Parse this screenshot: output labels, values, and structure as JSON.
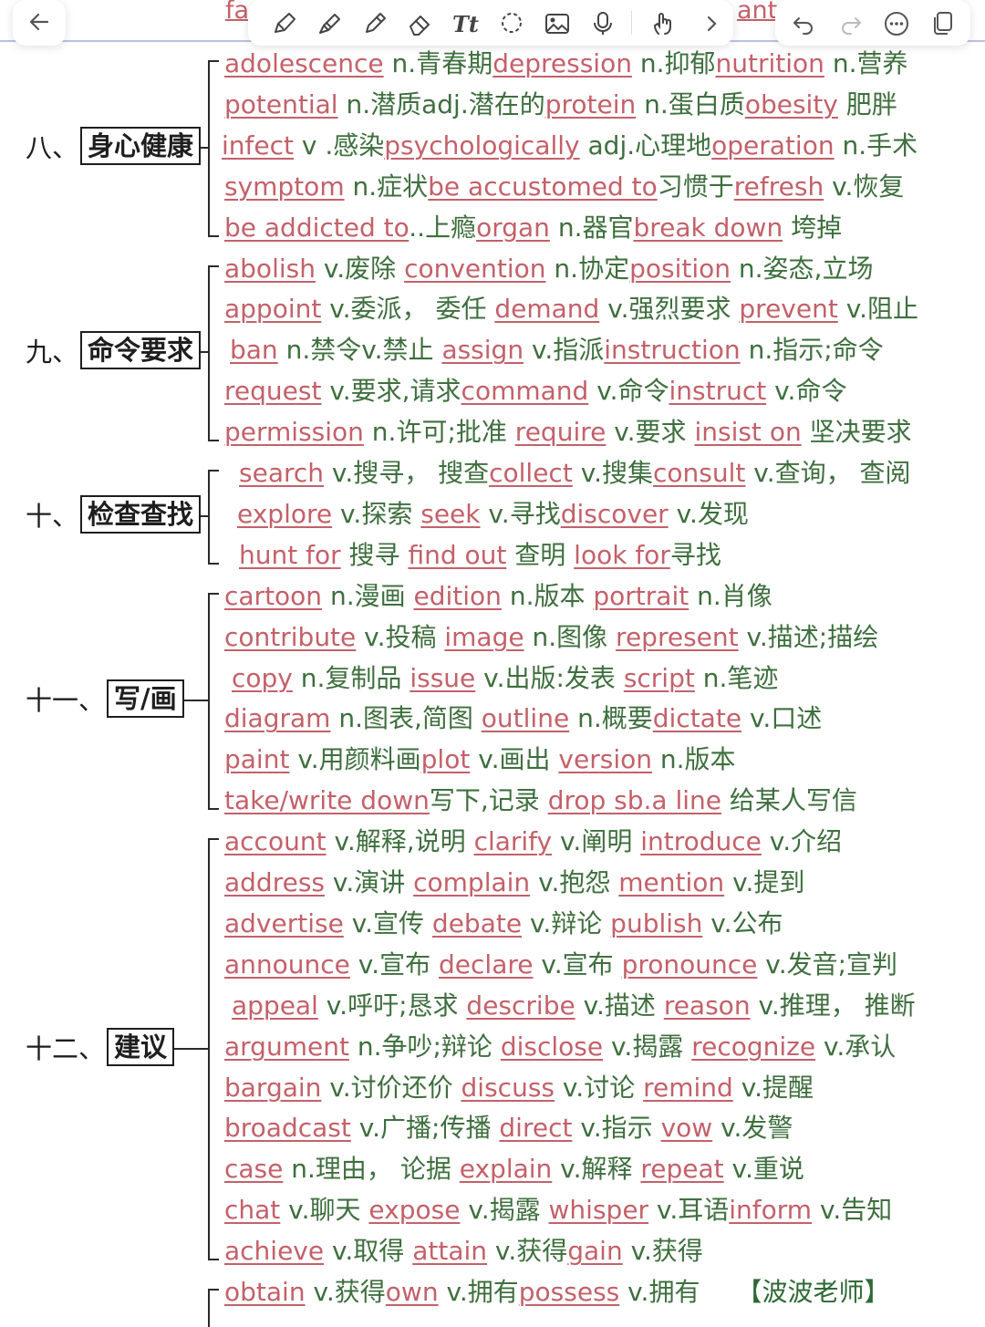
{
  "colors": {
    "word": "#c3616a",
    "meaning": "#3e6f3e",
    "border": "#1e1e1e",
    "toolbar_bg": "#ffffff",
    "divider": "#b9c2e0"
  },
  "toolbar": {
    "left_icons": [
      "back-arrow-icon"
    ],
    "tools": [
      "pen-icon",
      "highlighter-icon",
      "pencil-icon",
      "eraser-icon",
      "text-tool-icon",
      "lasso-icon",
      "image-icon",
      "microphone-icon",
      "touch-icon",
      "chevron-right-icon"
    ],
    "right_icons": [
      "undo-icon",
      "redo-icon",
      "more-icon",
      "pages-icon"
    ],
    "peek_left": "fa",
    "peek_right": "ant"
  },
  "sections": [
    {
      "prefix": "八、",
      "title": "身心健康",
      "lines": [
        [
          [
            "adolescence",
            " n.青春期"
          ],
          [
            "depression",
            " n.抑郁"
          ],
          [
            "nutrition",
            " n.营养"
          ]
        ],
        [
          [
            "potential",
            " n.潜质adj.潜在的"
          ],
          [
            "protein",
            " n.蛋白质"
          ],
          [
            "obesity",
            " 肥胖"
          ]
        ],
        [
          [
            "infect",
            " v .感染"
          ],
          [
            "psychologically",
            " adj.心理地"
          ],
          [
            "operation",
            " n.手术"
          ]
        ],
        [
          [
            "symptom",
            " n.症状"
          ],
          [
            "be accustomed to",
            "习惯于"
          ],
          [
            "refresh",
            " v.恢复"
          ]
        ],
        [
          [
            "be addicted to",
            "..上瘾"
          ],
          [
            "organ",
            " n.器官"
          ],
          [
            "break down",
            " 垮掉"
          ]
        ]
      ]
    },
    {
      "prefix": "九、",
      "title": "命令要求",
      "lines": [
        [
          [
            "abolish",
            " v.废除 "
          ],
          [
            "convention",
            " n.协定"
          ],
          [
            "position",
            " n.姿态,立场"
          ]
        ],
        [
          [
            "appoint",
            " v.委派， 委任 "
          ],
          [
            "demand",
            " v.强烈要求 "
          ],
          [
            "prevent",
            " v.阻止"
          ]
        ],
        [
          [
            "ban",
            " n.禁令v.禁止 "
          ],
          [
            "assign",
            " v.指派"
          ],
          [
            "instruction",
            " n.指示;命令"
          ]
        ],
        [
          [
            "request",
            " v.要求,请求"
          ],
          [
            "command",
            " v.命令"
          ],
          [
            "instruct",
            " v.命令"
          ]
        ],
        [
          [
            "permission",
            " n.许可;批准 "
          ],
          [
            "require",
            " v.要求 "
          ],
          [
            "insist on",
            " 坚决要求"
          ]
        ]
      ]
    },
    {
      "prefix": "十、",
      "title": "检查查找",
      "lines": [
        [
          [
            "search",
            " v.搜寻， 搜查"
          ],
          [
            "collect",
            " v.搜集"
          ],
          [
            "consult",
            " v.查询， 查阅"
          ]
        ],
        [
          [
            "explore",
            " v.探索 "
          ],
          [
            "seek",
            " v.寻找"
          ],
          [
            "discover",
            " v.发现"
          ]
        ],
        [
          [
            "hunt for",
            " 搜寻 "
          ],
          [
            "find out",
            " 查明 "
          ],
          [
            "look for",
            "寻找"
          ]
        ]
      ]
    },
    {
      "prefix": "十一、",
      "title": "写/画",
      "lines": [
        [
          [
            "cartoon",
            " n.漫画 "
          ],
          [
            "edition",
            " n.版本 "
          ],
          [
            "portrait",
            " n.肖像"
          ]
        ],
        [
          [
            "contribute",
            " v.投稿 "
          ],
          [
            "image",
            " n.图像 "
          ],
          [
            "represent",
            " v.描述;描绘"
          ]
        ],
        [
          [
            "copy",
            " n.复制品 "
          ],
          [
            "issue",
            " v.出版:发表 "
          ],
          [
            "script",
            " n.笔迹"
          ]
        ],
        [
          [
            "diagram",
            " n.图表,简图 "
          ],
          [
            "outline",
            " n.概要"
          ],
          [
            "dictate",
            " v.口述"
          ]
        ],
        [
          [
            "paint",
            " v.用颜料画"
          ],
          [
            "plot",
            " v.画出 "
          ],
          [
            "version",
            " n.版本"
          ]
        ],
        [
          [
            "take/write down",
            "写下,记录 "
          ],
          [
            "drop sb.a line",
            " 给某人写信"
          ]
        ]
      ]
    },
    {
      "prefix": "十二、",
      "title": "建议",
      "lines": [
        [
          [
            "account",
            " v.解释,说明 "
          ],
          [
            "clarify",
            " v.阐明 "
          ],
          [
            "introduce",
            " v.介绍"
          ]
        ],
        [
          [
            "address",
            " v.演讲 "
          ],
          [
            "complain",
            " v.抱怨 "
          ],
          [
            "mention",
            " v.提到"
          ]
        ],
        [
          [
            "advertise",
            " v.宣传 "
          ],
          [
            "debate",
            "  v.辩论 "
          ],
          [
            "publish",
            " v.公布"
          ]
        ],
        [
          [
            "announce",
            " v.宣布 "
          ],
          [
            "declare",
            " v.宣布 "
          ],
          [
            "pronounce",
            " v.发音;宣判"
          ]
        ],
        [
          [
            "appeal",
            " v.呼吁;恳求 "
          ],
          [
            "describe",
            " v.描述 "
          ],
          [
            "reason",
            " v.推理， 推断"
          ]
        ],
        [
          [
            "argument",
            " n.争吵;辩论 "
          ],
          [
            "disclose",
            " v.揭露 "
          ],
          [
            "recognize",
            " v.承认"
          ]
        ],
        [
          [
            "bargain",
            " v.讨价还价 "
          ],
          [
            "discuss",
            " v.讨论 "
          ],
          [
            "remind",
            " v.提醒"
          ]
        ],
        [
          [
            "broadcast",
            " v.广播;传播 "
          ],
          [
            "direct",
            " v.指示 "
          ],
          [
            "vow",
            " v.发警"
          ]
        ],
        [
          [
            "case",
            " n.理由， 论据 "
          ],
          [
            "explain",
            " v.解释 "
          ],
          [
            "repeat",
            " v.重说"
          ]
        ],
        [
          [
            "chat",
            " v.聊天 "
          ],
          [
            "expose",
            " v.揭露 "
          ],
          [
            "whisper",
            " v.耳语"
          ],
          [
            "inform",
            " v.告知"
          ]
        ],
        [
          [
            "achieve",
            " v.取得 "
          ],
          [
            "attain",
            " v.获得"
          ],
          [
            "gain",
            " v.获得"
          ]
        ]
      ]
    }
  ],
  "final_line": [
    [
      "obtain",
      " v.获得"
    ],
    [
      "own",
      " v.拥有"
    ],
    [
      "possess",
      " v.拥有"
    ]
  ],
  "signature": "【波波老师】"
}
